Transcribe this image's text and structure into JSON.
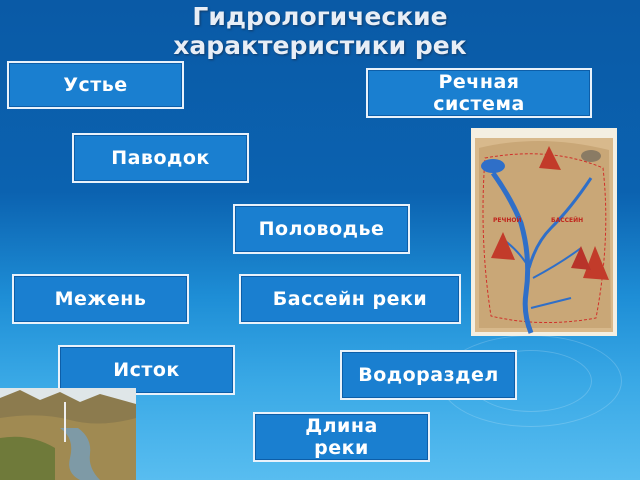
{
  "slide": {
    "title_line1": "Гидрологические",
    "title_line2": "характеристики рек"
  },
  "terms": {
    "ustye": "Устье",
    "river_system": "Речная система",
    "pavodok": "Паводок",
    "polovodye": "Половодье",
    "mezhen": "Межень",
    "bassein": "Бассейн реки",
    "istok": "Исток",
    "vodorazdel": "Водораздел",
    "dlina": "Длина реки"
  },
  "map": {
    "label_basin_left": "РЕЧНОЙ",
    "label_basin_right": "БАССЕЙН"
  },
  "colors": {
    "background": "#0b62b0",
    "box_fill": "#1a7fd0",
    "box_border": "#e9f2fb"
  }
}
